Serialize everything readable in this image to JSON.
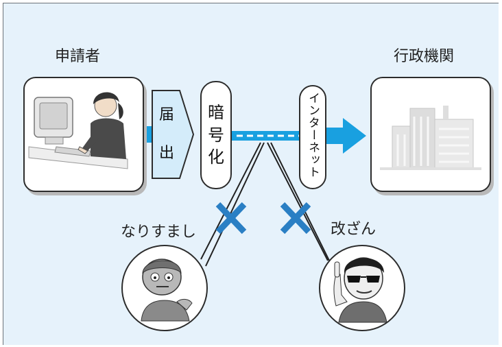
{
  "applicant_label": "申請者",
  "agency_label": "行政機関",
  "notification": [
    "届",
    "出"
  ],
  "encryption": [
    "暗",
    "号",
    "化"
  ],
  "internet_label": "インターネット",
  "impersonation_label": "なりすまし",
  "tampering_label": "改ざん",
  "colors": {
    "background": "#e6f2fb",
    "arrow": "#19a0e0",
    "notification_fill": "#d4ecfa",
    "cross": "#2a7fc4"
  },
  "icons": {
    "applicant": "person-at-computer-illustration",
    "agency": "office-building-illustration",
    "impersonator": "impersonator-face-illustration",
    "tamperer": "sunglasses-man-illustration",
    "blocked": "x-mark-icon"
  }
}
